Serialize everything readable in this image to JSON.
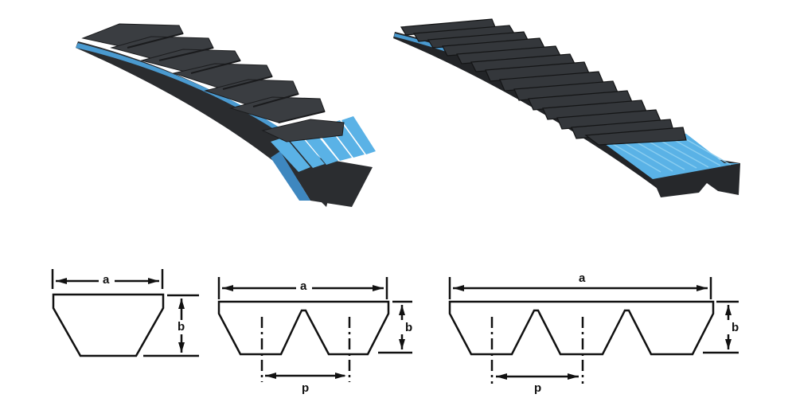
{
  "belts": [
    {
      "id": "cogged-single-v-belt",
      "description": "Single V-belt with cogged top and blue ribbed cord section",
      "cog_count": 6
    },
    {
      "id": "cogged-double-v-belt",
      "description": "Twin V-belt with cogged top and blue cord section",
      "cog_count": 15
    }
  ],
  "diagrams": [
    {
      "id": "single-v-section",
      "labels": {
        "width": "a",
        "height": "b"
      },
      "ribs": 1
    },
    {
      "id": "double-v-section",
      "labels": {
        "width": "a",
        "height": "b",
        "pitch": "p"
      },
      "ribs": 2
    },
    {
      "id": "triple-v-section",
      "labels": {
        "width": "a",
        "height": "b",
        "pitch": "p"
      },
      "ribs": 3
    }
  ],
  "colors": {
    "belt_dark": "#2b2d30",
    "belt_top": "#3c3f43",
    "cord_blue": "#4aa3dc",
    "line": "#111111"
  }
}
